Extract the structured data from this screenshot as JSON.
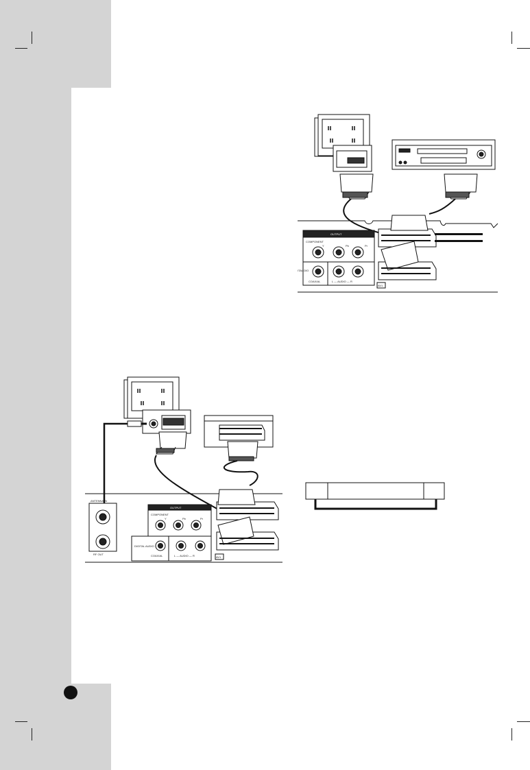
{
  "diagram_top": {
    "output_label": "OUTPUT",
    "component_label": "COMPONENT",
    "y_label": "Y",
    "pb_label": "Pb",
    "pr_label": "Pr",
    "digital_label": "ITAL\nDIO",
    "coaxial_label": "COAXIAL",
    "audio_label": "L — AUDIO — R",
    "scart_label": "AV1"
  },
  "diagram_bottom": {
    "antenna_in_label": "ANTENNA IN",
    "rf_out_label": "RF OUT",
    "output_label": "OUTPUT",
    "component_label": "COMPONENT",
    "y_label": "Y",
    "pb_label": "Pb",
    "pr_label": "Pr",
    "digital_label": "DIGITAL\nAUDIO",
    "coaxial_label": "COAXIAL",
    "audio_label": "L — AUDIO — R",
    "scart_label": "AV1"
  },
  "colors": {
    "margin_gray": "#d4d4d4",
    "line": "#111111"
  }
}
